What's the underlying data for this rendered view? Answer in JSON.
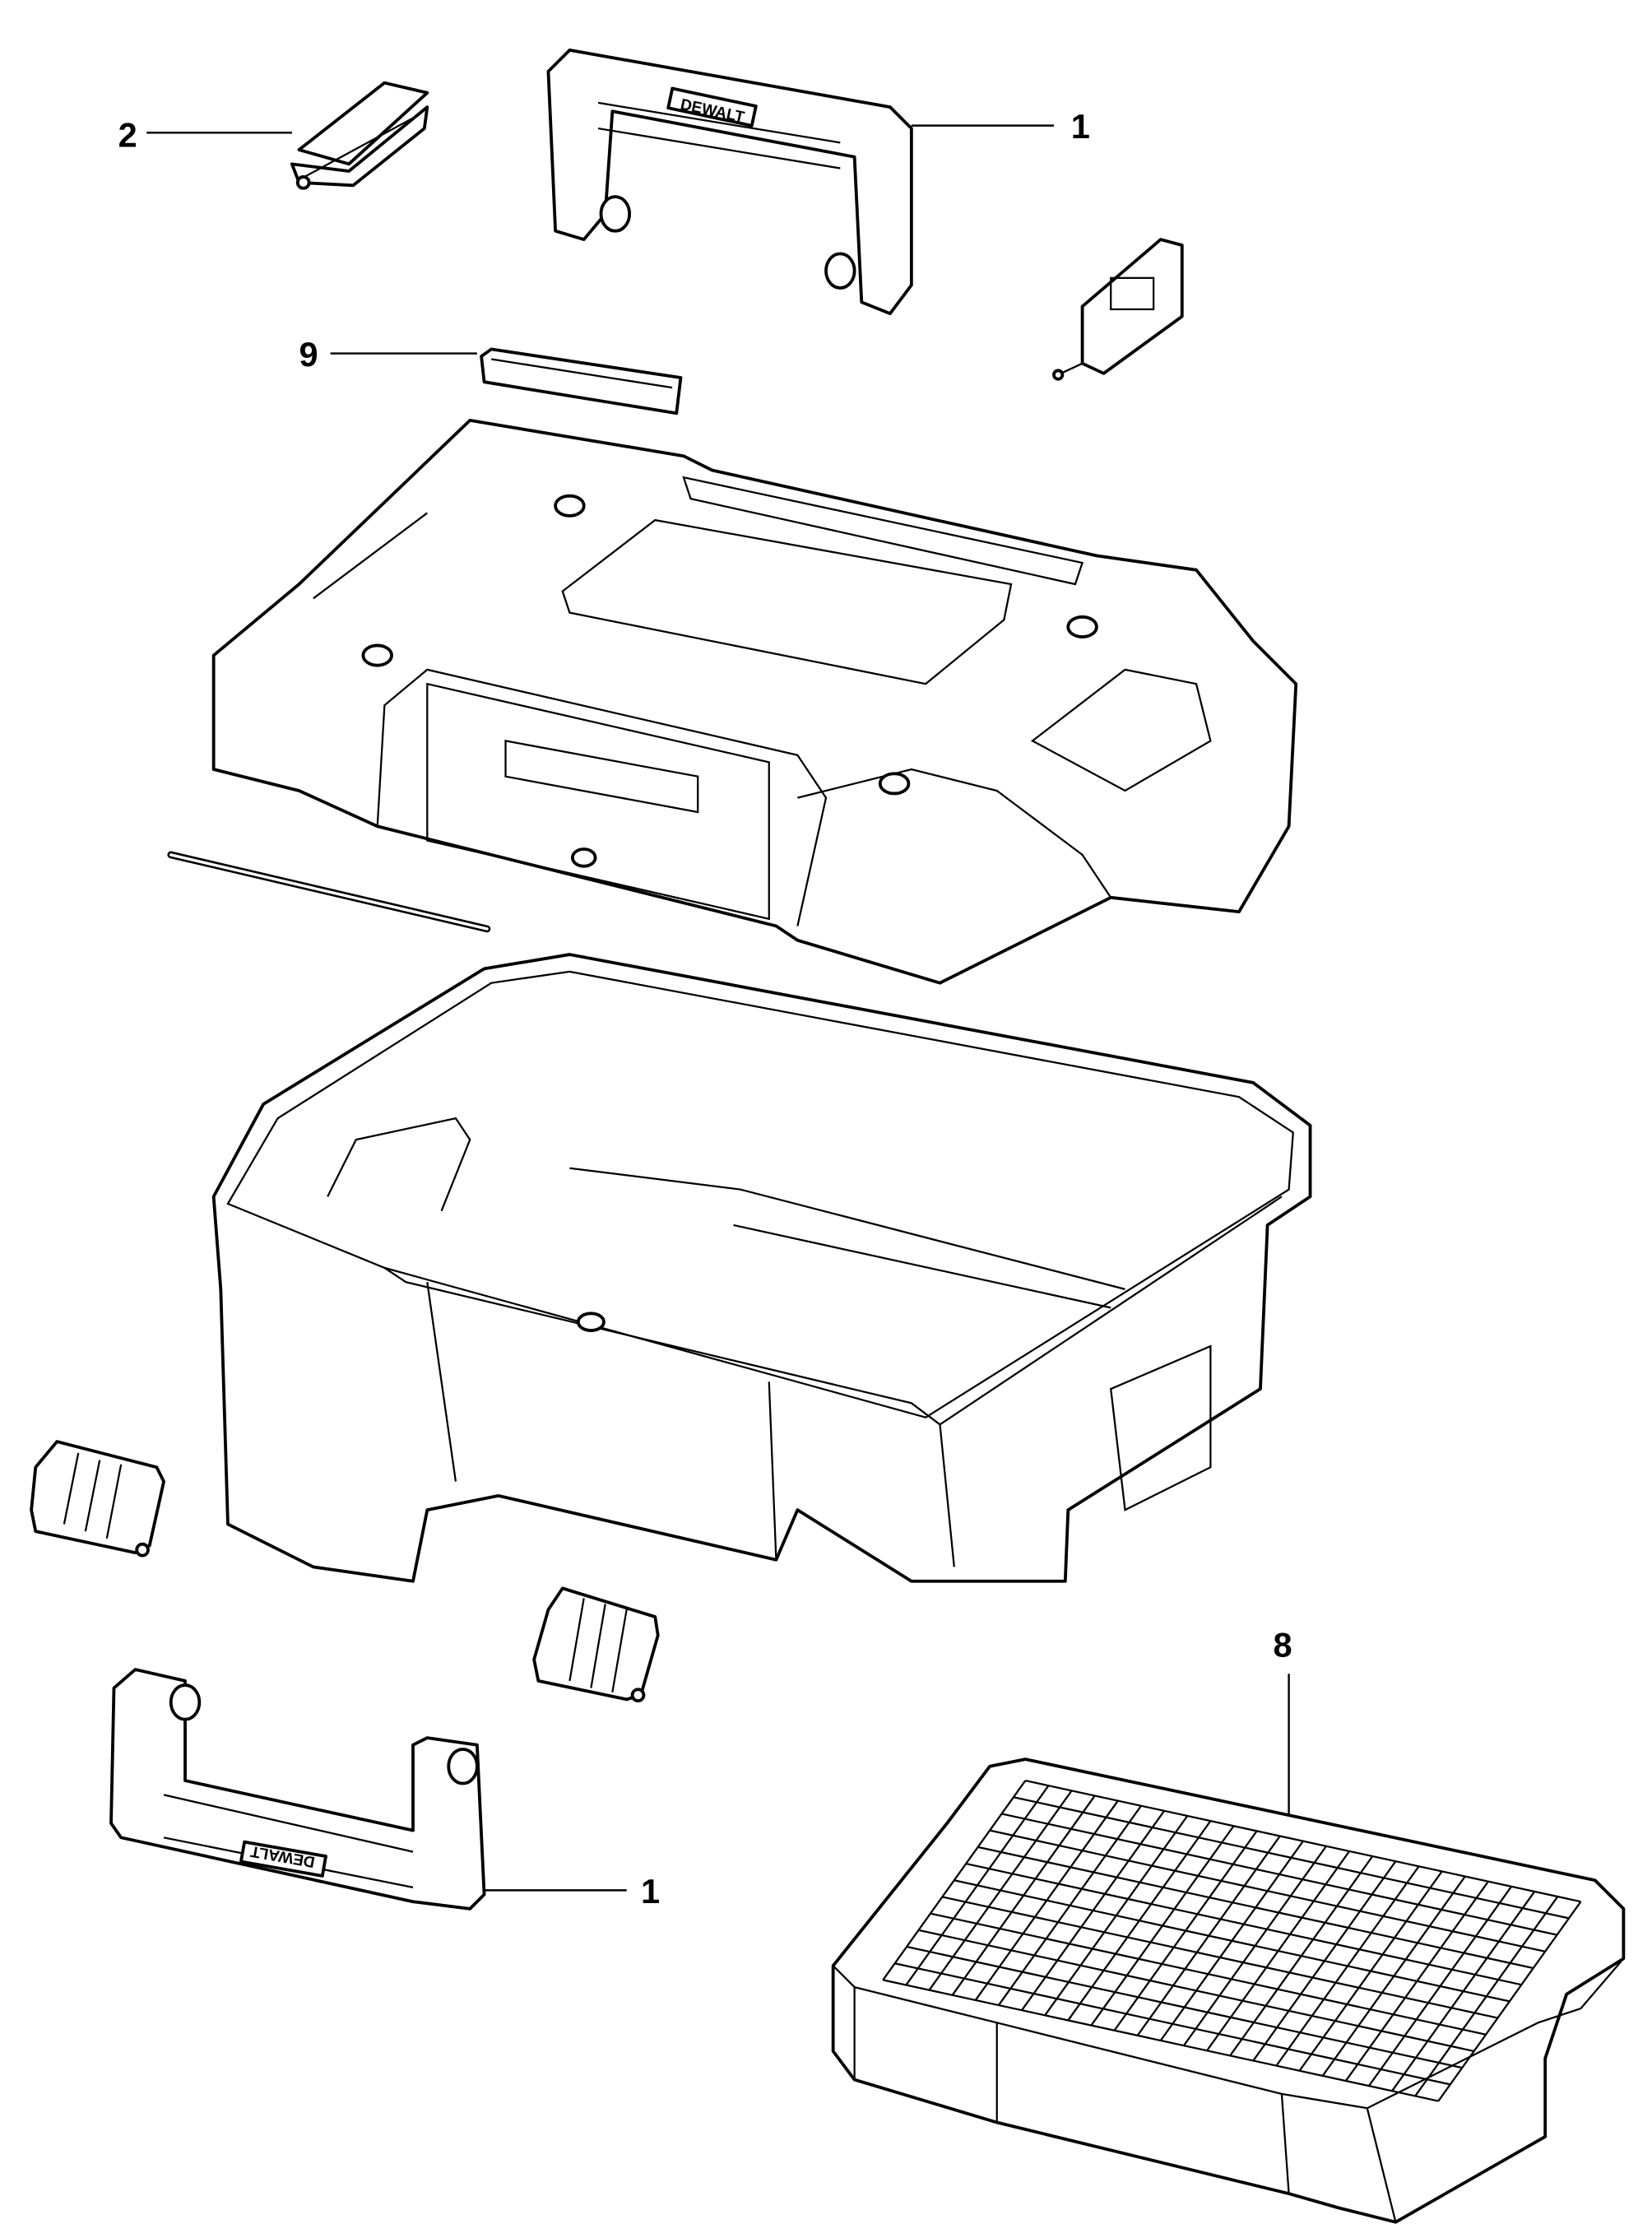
{
  "title": "Exploded parts diagram - tool box",
  "callouts": [
    {
      "id": "handle-top",
      "label": "1"
    },
    {
      "id": "latch-hinge",
      "label": "2"
    },
    {
      "id": "label-plate",
      "label": "9"
    },
    {
      "id": "handle-front",
      "label": "1"
    },
    {
      "id": "foam-insert",
      "label": "8"
    }
  ],
  "logo_text": "DEWALT"
}
